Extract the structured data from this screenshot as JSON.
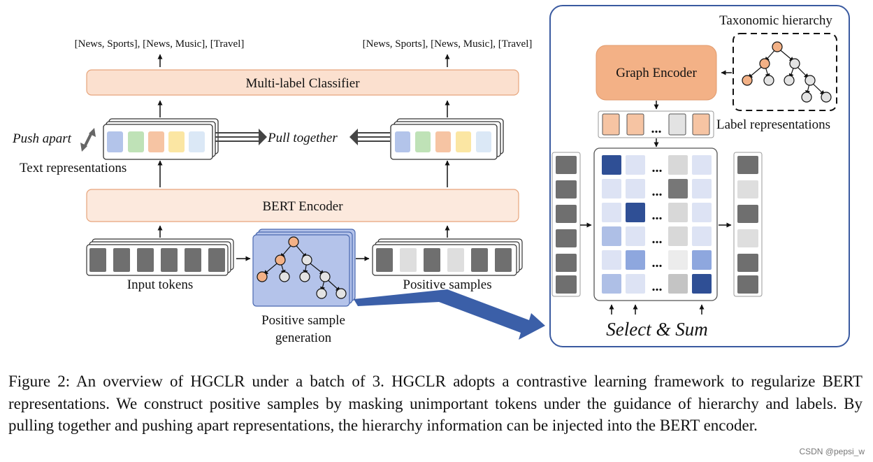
{
  "diagram": {
    "top_output_label_left": "[News, Sports], [News, Music], [Travel]",
    "top_output_label_right": "[News, Sports], [News, Music], [Travel]",
    "classifier_label": "Multi-label Classifier",
    "push_apart_label": "Push apart",
    "pull_together_label": "Pull together",
    "text_representations_label": "Text representations",
    "encoder_label": "BERT Encoder",
    "input_tokens_label": "Input tokens",
    "positive_samples_label": "Positive samples",
    "positive_sample_generation_line1": "Positive sample",
    "positive_sample_generation_line2": "generation",
    "taxonomic_hierarchy_label": "Taxonomic hierarchy",
    "graph_encoder_label": "Graph Encoder",
    "label_representations_label": "Label representations",
    "select_sum_label": "Select & Sum",
    "ellipsis": "...",
    "colors": {
      "classifier_fill": "#fbe0cf",
      "encoder_fill": "#fce9dd",
      "graph_encoder_fill": "#f3b186",
      "panel_border": "#3a5aa0",
      "generation_fill": "#b4c3ea",
      "big_arrow": "#3b5fa8",
      "token_dark": "#6f6f6f",
      "token_light": "#dedede",
      "rep_colors": [
        "#b3c4ea",
        "#bfe2b7",
        "#f6c4a3",
        "#fbe6a3",
        "#dbe8f6"
      ],
      "node_orange": "#f3b186",
      "node_gray": "#e3e3e3"
    }
  },
  "caption": {
    "text": "Figure 2: An overview of HGCLR under a batch of 3. HGCLR adopts a contrastive learning framework to regularize BERT representations. We construct positive samples by masking unimportant tokens under the guidance of hierarchy and labels. By pulling together and pushing apart representations, the hierarchy information can be injected into the BERT encoder."
  },
  "watermark": "CSDN @pepsi_w"
}
